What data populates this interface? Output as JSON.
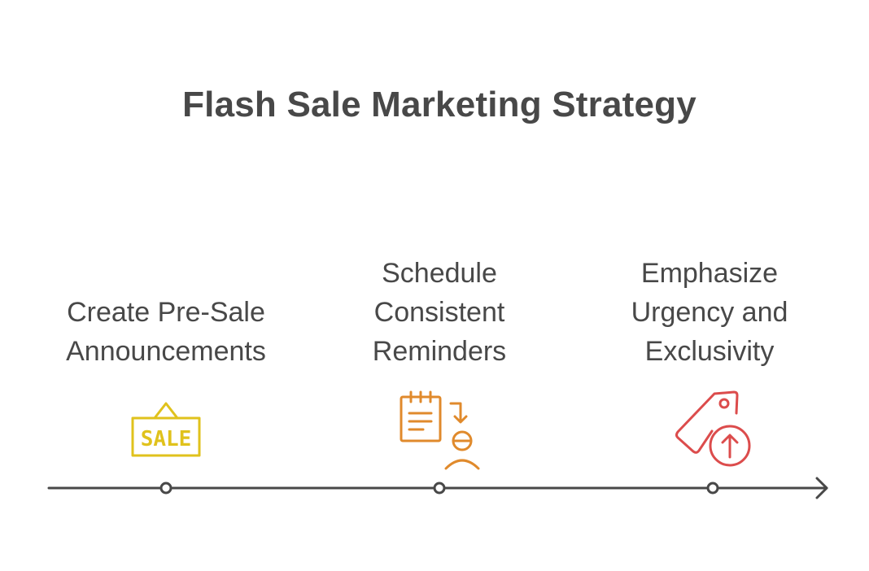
{
  "title": "Flash Sale Marketing Strategy",
  "steps": [
    {
      "lines": [
        "Create Pre-Sale",
        "Announcements"
      ],
      "icon": "sale-sign-icon",
      "color": "#e0c21c"
    },
    {
      "lines": [
        "Schedule",
        "Consistent",
        "Reminders"
      ],
      "icon": "calendar-reminder-person-icon",
      "color": "#e08a2c"
    },
    {
      "lines": [
        "Emphasize",
        "Urgency and",
        "Exclusivity"
      ],
      "icon": "price-tag-up-arrow-icon",
      "color": "#dc4c4c"
    }
  ],
  "sale_sign_text": "SALE",
  "timeline_color": "#484848"
}
